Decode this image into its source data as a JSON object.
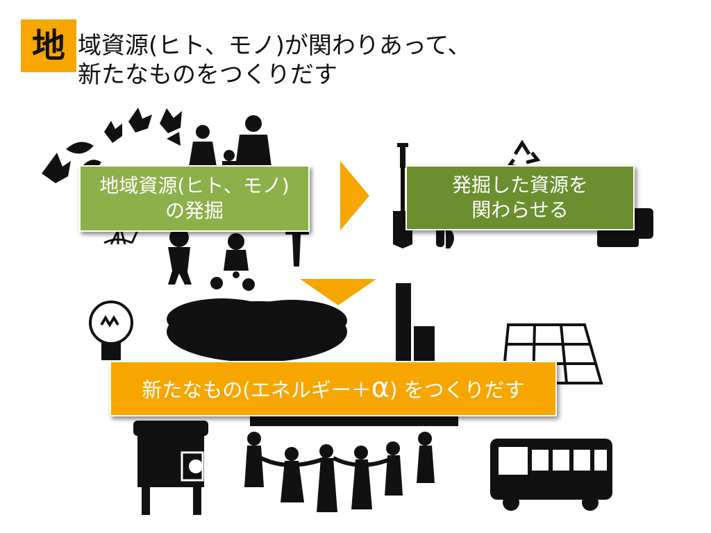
{
  "title": {
    "badge": "地",
    "line1": "域資源(ヒト、モノ)が関わりあって、",
    "line2": "新たなものをつくりだす"
  },
  "steps": {
    "step1": {
      "line1": "地域資源(ヒト、モノ)",
      "line2": "の発掘"
    },
    "step2": {
      "line1": "発掘した資源を",
      "line2": "関わらせる"
    },
    "step3": {
      "before": "新たなもの(エネルギー＋",
      "alpha": "α",
      "after": ") をつくりだす"
    }
  },
  "colors": {
    "orange": "#f7a600",
    "green_light": "#8cb04a",
    "green_dark": "#6b8f2f",
    "silhouette": "#111111"
  },
  "icons": [
    "leaves-icon",
    "people-silhouette-icon",
    "shovel-icon",
    "recycle-icon",
    "truck-icon",
    "light-bulb-icon",
    "tree-icon",
    "chimney-icon",
    "solar-panel-icon",
    "stove-icon",
    "people-circle-icon",
    "bus-icon",
    "arrow-right-icon",
    "arrow-down-icon"
  ]
}
